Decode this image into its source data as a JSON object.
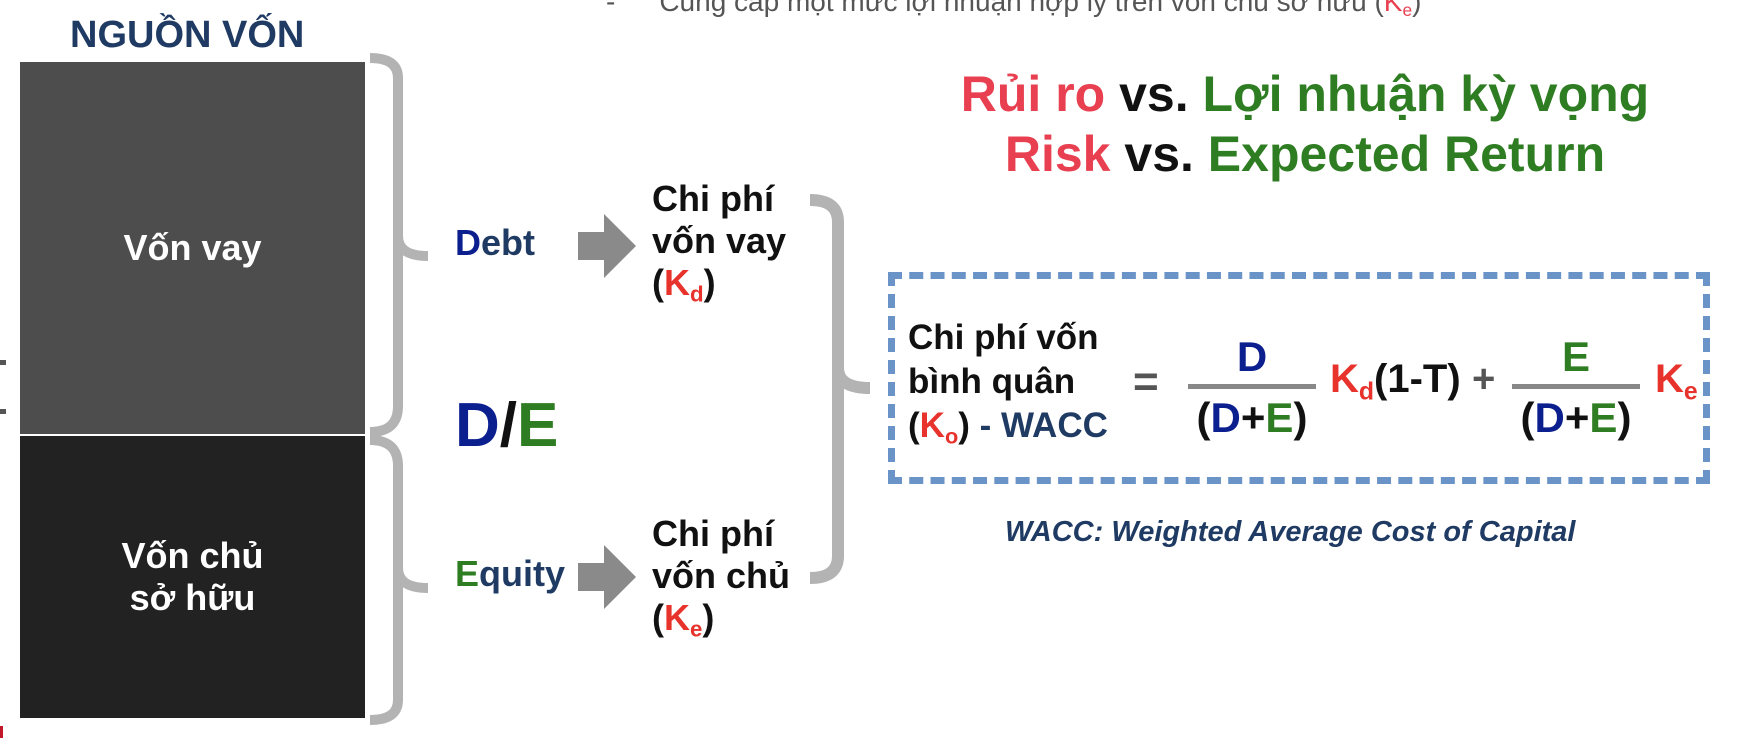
{
  "top_bullet": {
    "dash": "-",
    "text": "Cung cấp một mức lợi nhuận hợp lý trên vốn chủ sở hữu (",
    "k": "K",
    "sub": "e",
    "close": ")"
  },
  "heading": "NGUỒN VỐN",
  "blocks": {
    "debt": "Vốn vay",
    "equity_line1": "Vốn chủ",
    "equity_line2": "sở hữu"
  },
  "debt_label": {
    "initial": "D",
    "rest": "ebt"
  },
  "equity_label": {
    "initial": "E",
    "rest": "quity"
  },
  "ratio": {
    "d": "D",
    "slash": "/",
    "e": "E"
  },
  "cost_debt": {
    "line1": "Chi phí",
    "line2": "vốn vay",
    "open": "(",
    "k": "K",
    "sub": "d",
    "close": ")"
  },
  "cost_equity": {
    "line1": "Chi phí",
    "line2": "vốn chủ",
    "open": "(",
    "k": "K",
    "sub": "e",
    "close": ")"
  },
  "headline": {
    "line1": {
      "risk": "Rủi ro",
      "vs": " vs. ",
      "ret": "Lợi nhuận kỳ vọng"
    },
    "line2": {
      "risk": "Risk",
      "vs": " vs. ",
      "ret": "Expected Return"
    }
  },
  "formula": {
    "label_line1": "Chi phí vốn",
    "label_line2": "bình quân",
    "label_open": "(",
    "label_k": "K",
    "label_sub": "o",
    "label_close": ")",
    "label_wacc": " - WACC",
    "equals": "=",
    "frac1": {
      "num": "D",
      "open": "(",
      "d": "D",
      "plus": "+",
      "e": "E",
      "close": ")"
    },
    "kd": {
      "k": "K",
      "sub": "d",
      "rest": "(1-T)"
    },
    "plus": "+",
    "frac2": {
      "num": "E",
      "open": "(",
      "d": "D",
      "plus": "+",
      "e": "E",
      "close": ")"
    },
    "ke": {
      "k": "K",
      "sub": "e"
    }
  },
  "caption": {
    "w1": "W",
    "t1": "ACC: ",
    "w2": "W",
    "t2": "eighted ",
    "a": "A",
    "t3": "verage ",
    "c1": "C",
    "t4": "ost of ",
    "c2": "C",
    "t5": "apital"
  },
  "colors": {
    "debt_blue": "#0b1f8f",
    "equity_green": "#2f7d22",
    "k_red": "#e8322c",
    "navy": "#1f3a63",
    "box_dash": "#6a93c8"
  }
}
